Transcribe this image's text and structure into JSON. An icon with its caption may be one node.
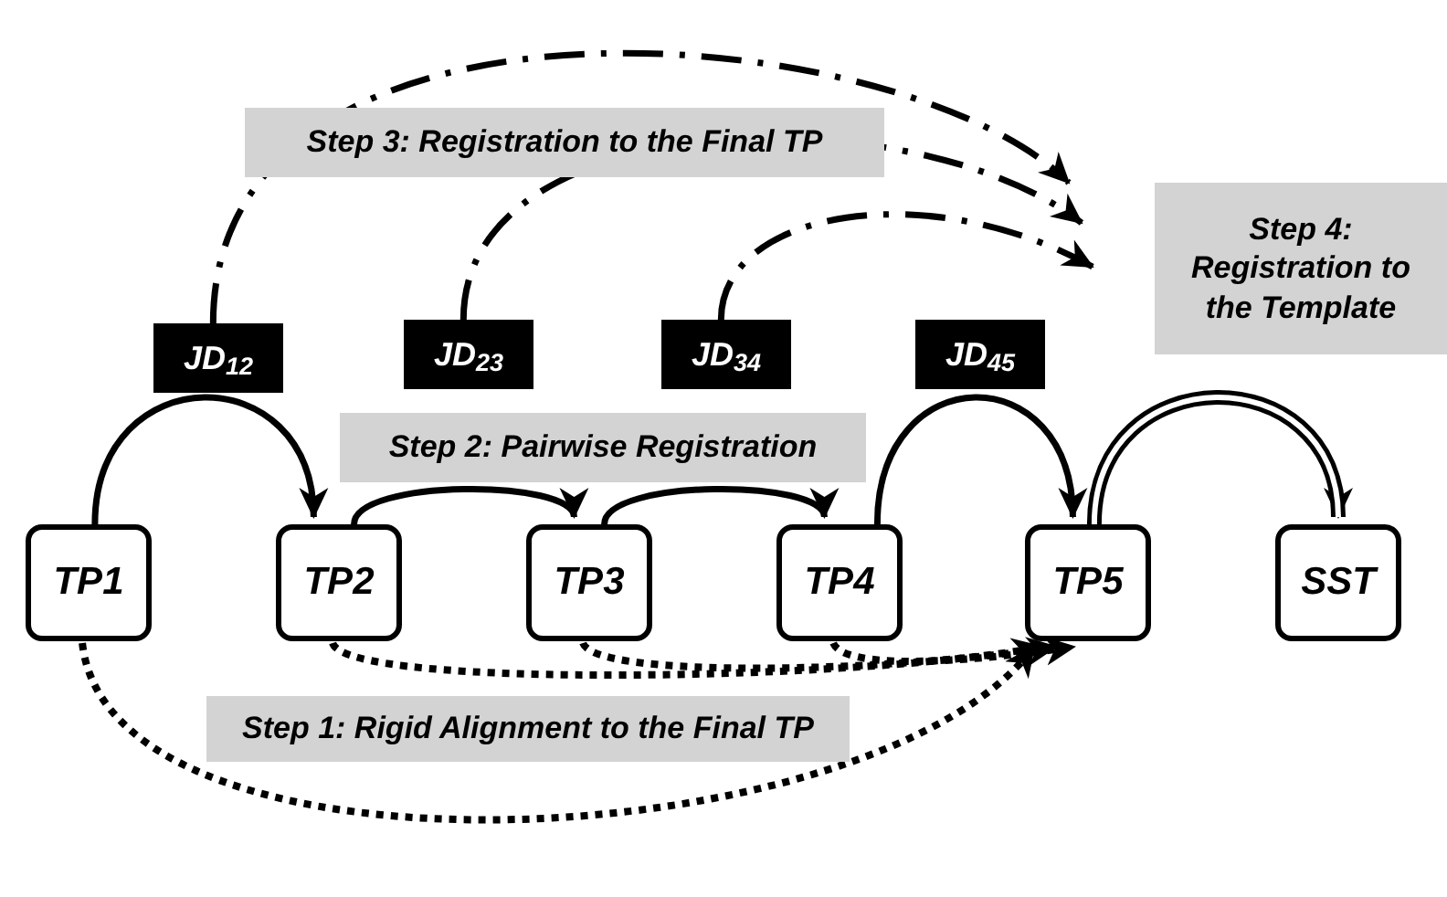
{
  "diagram": {
    "nodes": [
      {
        "text": [
          "TP1"
        ]
      },
      {
        "text": [
          "TP2"
        ]
      },
      {
        "text": [
          "TP3"
        ]
      },
      {
        "text": [
          "TP4"
        ]
      },
      {
        "text": [
          "TP5"
        ]
      },
      {
        "text": [
          "SST"
        ]
      },
      {
        "text": [
          "JD$_{12}$"
        ]
      },
      {
        "text": [
          "JD$_{23}$"
        ]
      },
      {
        "text": [
          "JD$_{34}$"
        ]
      },
      {
        "text": [
          "JD$_{45}$"
        ]
      },
      {
        "text": [
          "Step 3: Registration to the Final TP"
        ]
      },
      {
        "text": [
          "Step 2: Pairwise Registration"
        ]
      },
      {
        "text": [
          "Step 1: Rigid Alignment to the Final TP"
        ]
      },
      {
        "text": [
          "Step 4: Registration to the Template"
        ]
      }
    ],
    "edges": [
      {
        "from": 0,
        "to": 1,
        "arrow": "to"
      },
      {
        "from": 1,
        "to": 2,
        "arrow": "to"
      },
      {
        "from": 2,
        "to": 3,
        "arrow": "to"
      },
      {
        "from": 3,
        "to": 4,
        "arrow": "to"
      },
      {
        "from": 4,
        "to": 5,
        "arrow": "to",
        "style": "thick"
      },
      {
        "from": 6,
        "to": null,
        "arrow": "to",
        "style": "dashed"
      },
      {
        "from": 7,
        "to": null,
        "arrow": "to",
        "style": "dashed"
      },
      {
        "from": 8,
        "to": null,
        "arrow": "to",
        "style": "dashed"
      },
      {
        "from": 0,
        "to": 4,
        "arrow": "to",
        "style": "dashed"
      },
      {
        "from": 1,
        "to": 4,
        "arrow": "to",
        "style": "dashed"
      },
      {
        "from": 2,
        "to": 4,
        "arrow": "to",
        "style": "dashed"
      },
      {
        "from": 3,
        "to": 4,
        "arrow": "to",
        "style": "dashed"
      }
    ]
  }
}
